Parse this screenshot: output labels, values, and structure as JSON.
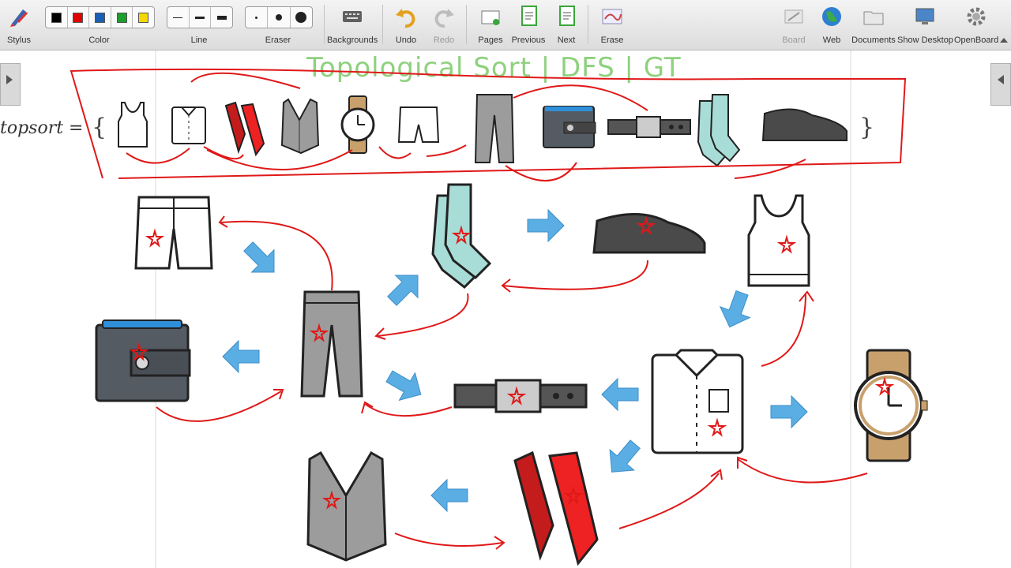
{
  "toolbar": {
    "stylus": "Stylus",
    "color": "Color",
    "line": "Line",
    "eraser": "Eraser",
    "backgrounds": "Backgrounds",
    "undo": "Undo",
    "redo": "Redo",
    "pages": "Pages",
    "previous": "Previous",
    "next": "Next",
    "erase": "Erase",
    "board": "Board",
    "web": "Web",
    "documents": "Documents",
    "show_desktop": "Show Desktop",
    "openboard": "OpenBoard",
    "colors": [
      "#000000",
      "#e00000",
      "#1a5fb4",
      "#1e9e2e",
      "#f5d800"
    ]
  },
  "board": {
    "title": "Topological Sort | DFS | GT",
    "topsort_label": "topsort =",
    "open_brace": "{",
    "close_brace": "}",
    "sorted_items": [
      "undershirt",
      "shirt",
      "tie",
      "vest",
      "watch",
      "shorts",
      "pants",
      "wallet",
      "belt",
      "socks",
      "shoes"
    ],
    "ink_color": "#e01818",
    "arrow_color": "#4da3dd"
  }
}
